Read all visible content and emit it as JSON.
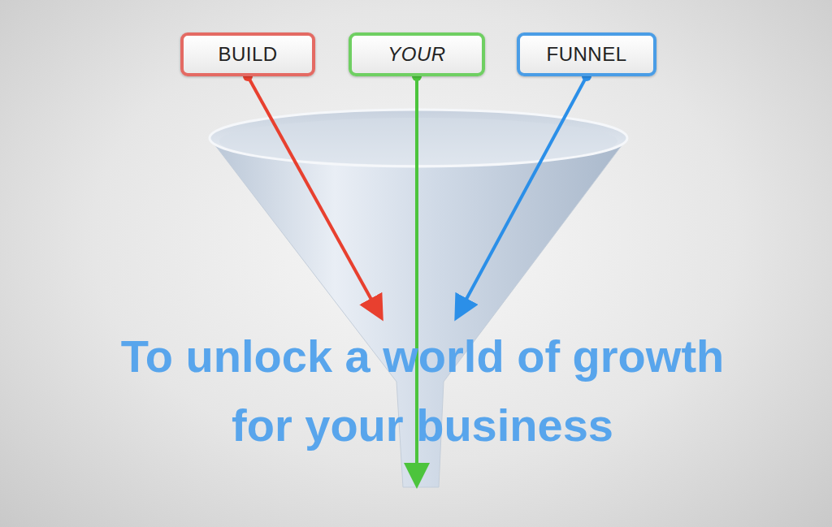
{
  "diagram": {
    "nodes": [
      {
        "text": [
          "BUILD"
        ]
      },
      {
        "text": [
          "YOUR"
        ]
      },
      {
        "text": [
          "FUNNEL"
        ]
      }
    ],
    "labels": [
      "To unlock a world of growth for your business"
    ]
  }
}
